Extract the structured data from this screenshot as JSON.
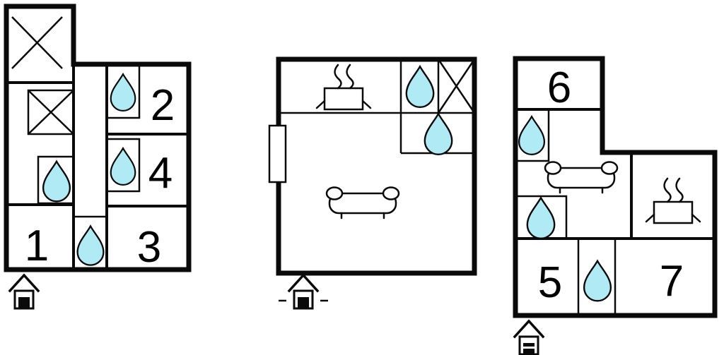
{
  "page": {
    "background": "#ffffff",
    "description": "Property floor plan drawing with three units"
  },
  "colors": {
    "wall": "#0a0a0a",
    "water_fill": "#b0eaf4",
    "label": "#000000"
  },
  "diagram": {
    "type": "floor-plan",
    "units": [
      {
        "name": "left-unit",
        "rooms": [
          {
            "label": "1"
          },
          {
            "label": "2"
          },
          {
            "label": "3"
          },
          {
            "label": "4"
          }
        ],
        "icons": [
          "stairs-cross-icon",
          "crossed-box-icon",
          "water-drop-icon",
          "water-drop-icon",
          "water-drop-icon",
          "water-drop-icon",
          "entrance-house-icon"
        ]
      },
      {
        "name": "middle-unit",
        "rooms": [],
        "icons": [
          "stove-icon",
          "water-drop-icon",
          "crossed-box-icon",
          "water-drop-icon",
          "door-icon",
          "sofa-icon",
          "entrance-house-icon"
        ]
      },
      {
        "name": "right-unit",
        "rooms": [
          {
            "label": "5"
          },
          {
            "label": "6"
          },
          {
            "label": "7"
          }
        ],
        "icons": [
          "water-drop-icon",
          "sofa-icon",
          "stove-icon",
          "water-drop-icon",
          "water-drop-icon",
          "entrance-house-icon"
        ]
      }
    ]
  }
}
